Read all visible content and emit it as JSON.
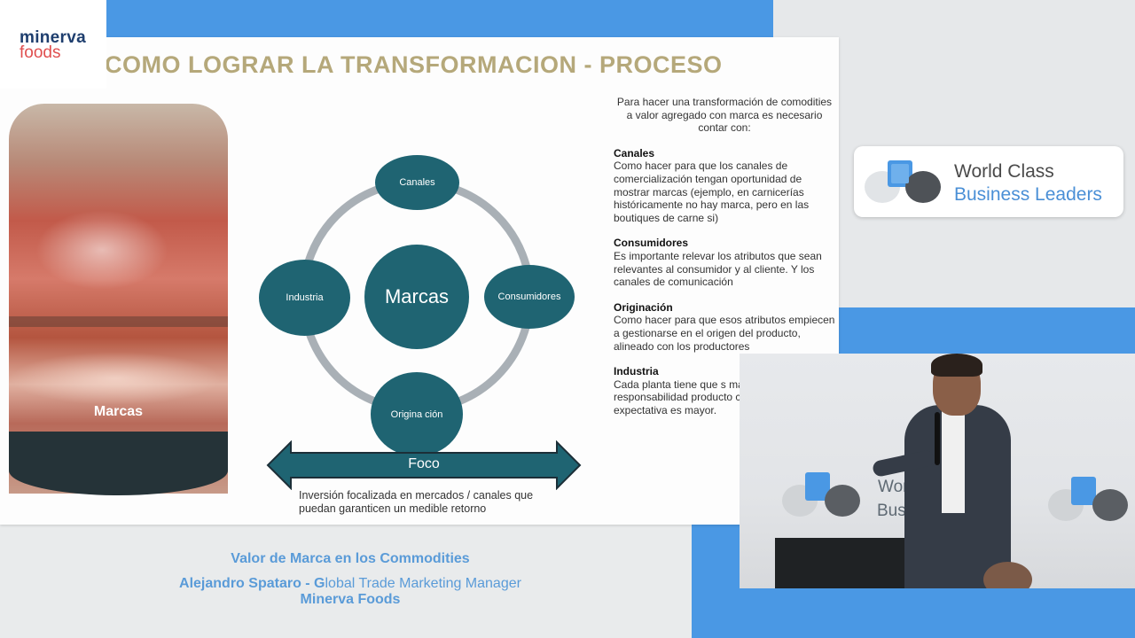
{
  "logo": {
    "line1": "minerva",
    "line2": "foods"
  },
  "slide": {
    "title": "COMO LOGRAR LA TRANSFORMACION - PROCESO",
    "photo_label": "Marcas",
    "cycle": {
      "center": "Marcas",
      "top": "Canales",
      "right": "Consumidores",
      "bottom": "Origina ción",
      "left": "Industria"
    },
    "foco": {
      "label": "Foco",
      "description": "Inversión focalizada en mercados / canales que puedan garanticen un medible retorno"
    },
    "intro": "Para hacer una transformación de comodities a valor agregado con marca es necesario contar con:",
    "sections": [
      {
        "title": "Canales",
        "body": "Como hacer para que los canales de comercialización tengan oportunidad de mostrar marcas (ejemplo, en carnicerías históricamente no hay marca, pero en las boutiques de carne si)"
      },
      {
        "title": "Consumidores",
        "body": "Es importante relevar los atributos que sean relevantes al consumidor y al cliente.  Y los canales de comunicación"
      },
      {
        "title": "Originación",
        "body": "Como hacer para que esos atributos empiecen a gestionarse en el origen del producto, alineado con los productores"
      },
      {
        "title": "Industria",
        "body": "Cada planta tiene que s mayor responsabilidad producto con marca. La expectativa es mayor."
      }
    ]
  },
  "brand": {
    "line1": "World Class",
    "line2": "Business Leaders"
  },
  "video": {
    "bg_text_1": "Worl",
    "bg_text_2": "Business Leaders"
  },
  "caption": {
    "line1": "Valor de Marca en los Commodities",
    "line2_bold": "Alejandro Spataro - G",
    "line2_rest": "lobal Trade Marketing Manager",
    "line3": "Minerva Foods"
  },
  "colors": {
    "accent_blue": "#4a98e4",
    "teal": "#1f6472",
    "title_gold": "#b5a87a",
    "caption_blue": "#5a9bd8"
  }
}
